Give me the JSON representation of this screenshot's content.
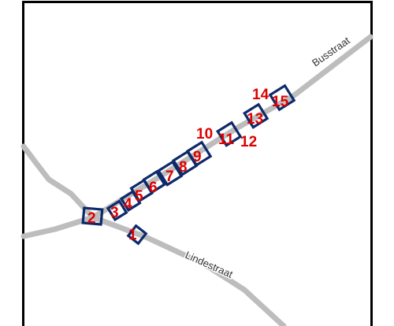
{
  "map": {
    "streets": [
      {
        "name": "Busstraat"
      },
      {
        "name": "Lindestraat"
      }
    ],
    "markers": [
      {
        "label": "1"
      },
      {
        "label": "2"
      },
      {
        "label": "3"
      },
      {
        "label": "4"
      },
      {
        "label": "5"
      },
      {
        "label": "6"
      },
      {
        "label": "7"
      },
      {
        "label": "8"
      },
      {
        "label": "9"
      },
      {
        "label": "10"
      },
      {
        "label": "11"
      },
      {
        "label": "12"
      },
      {
        "label": "13"
      },
      {
        "label": "14"
      },
      {
        "label": "15"
      }
    ],
    "colors": {
      "road": "#bdbdbd",
      "marker_outline": "#0d2a6b",
      "marker_label": "#e00000",
      "frame": "#000000"
    }
  }
}
